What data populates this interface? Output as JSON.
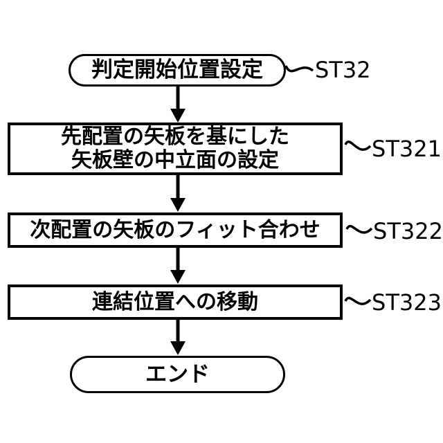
{
  "figure_type": "flowchart",
  "colors": {
    "ink": "#000000",
    "background": "#ffffff"
  },
  "nodes": {
    "start": {
      "shape": "terminator",
      "label": "判定開始位置設定",
      "ref": "ST32"
    },
    "st321": {
      "shape": "process",
      "line1": "先配置の矢板を基にした",
      "line2": "矢板壁の中立面の設定",
      "ref": "ST321"
    },
    "st322": {
      "shape": "process",
      "label": "次配置の矢板のフィット合わせ",
      "ref": "ST322"
    },
    "st323": {
      "shape": "process",
      "label": "連結位置への移動",
      "ref": "ST323"
    },
    "end": {
      "shape": "terminator",
      "label": "エンド"
    }
  },
  "connectors": {
    "down_arrows": 4,
    "ref_connector": "tilde-squiggle"
  }
}
